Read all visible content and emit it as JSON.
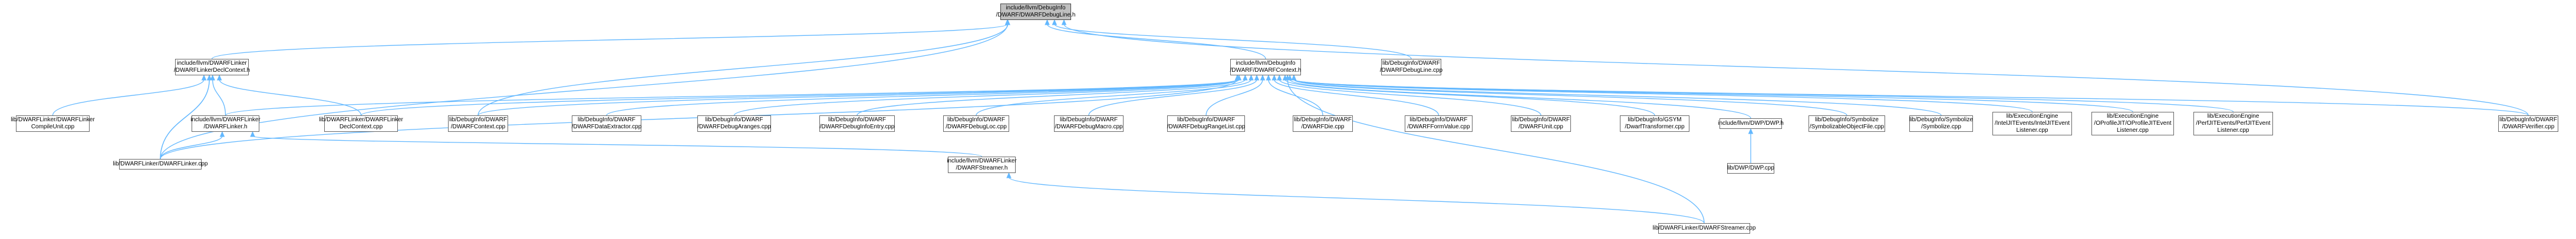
{
  "colors": {
    "edge": "#63b8ff",
    "root_fill": "#bfbfbf",
    "node_border": "#666666"
  },
  "nodes": {
    "root": [
      "include/llvm/DebugInfo",
      "/DWARF/DWARFDebugLine.h"
    ],
    "dwarflinker_declctx_h": [
      "include/llvm/DWARFLinker",
      "/DWARFLinkerDeclContext.h"
    ],
    "dwarfcontext_h": [
      "include/llvm/DebugInfo",
      "/DWARF/DWARFContext.h"
    ],
    "dwarfdebugline_cpp": [
      "lib/DebugInfo/DWARF",
      "/DWARFDebugLine.cpp"
    ],
    "dwarflinker_cu_cpp": [
      "lib/DWARFLinker/DWARFLinker",
      "CompileUnit.cpp"
    ],
    "dwarflinker_h": [
      "include/llvm/DWARFLinker",
      "/DWARFLinker.h"
    ],
    "dwarflinker_declctx_cpp": [
      "lib/DWARFLinker/DWARFLinker",
      "DeclContext.cpp"
    ],
    "dwarfcontext_cpp": [
      "lib/DebugInfo/DWARF",
      "/DWARFContext.cpp"
    ],
    "dataextractor_cpp": [
      "lib/DebugInfo/DWARF",
      "/DWARFDataExtractor.cpp"
    ],
    "debugaranges_cpp": [
      "lib/DebugInfo/DWARF",
      "/DWARFDebugAranges.cpp"
    ],
    "debuginfoentry_cpp": [
      "lib/DebugInfo/DWARF",
      "/DWARFDebugInfoEntry.cpp"
    ],
    "debugloc_cpp": [
      "lib/DebugInfo/DWARF",
      "/DWARFDebugLoc.cpp"
    ],
    "debugmacro_cpp": [
      "lib/DebugInfo/DWARF",
      "/DWARFDebugMacro.cpp"
    ],
    "debugrangelist_cpp": [
      "lib/DebugInfo/DWARF",
      "/DWARFDebugRangeList.cpp"
    ],
    "die_cpp": [
      "lib/DebugInfo/DWARF",
      "/DWARFDie.cpp"
    ],
    "formvalue_cpp": [
      "lib/DebugInfo/DWARF",
      "/DWARFFormValue.cpp"
    ],
    "unit_cpp": [
      "lib/DebugInfo/DWARF",
      "/DWARFUnit.cpp"
    ],
    "gsym_cpp": [
      "lib/DebugInfo/GSYM",
      "/DwarfTransformer.cpp"
    ],
    "dwp_h": [
      "include/llvm/DWP/DWP.h"
    ],
    "symbolizable_cpp": [
      "lib/DebugInfo/Symbolize",
      "/SymbolizableObjectFile.cpp"
    ],
    "symbolize_cpp": [
      "lib/DebugInfo/Symbolize",
      "/Symbolize.cpp"
    ],
    "intel_jit_cpp": [
      "lib/ExecutionEngine",
      "/IntelJITEvents/IntelJITEvent",
      "Listener.cpp"
    ],
    "oprofile_jit_cpp": [
      "lib/ExecutionEngine",
      "/OProfileJIT/OProfileJITEvent",
      "Listener.cpp"
    ],
    "perf_jit_cpp": [
      "lib/ExecutionEngine",
      "/PerfJITEvents/PerfJITEvent",
      "Listener.cpp"
    ],
    "verifier_cpp": [
      "lib/DebugInfo/DWARF",
      "/DWARFVerifier.cpp"
    ],
    "dwarflinker_cpp": [
      "lib/DWARFLinker/DWARFLinker.cpp"
    ],
    "streamer_h": [
      "include/llvm/DWARFLinker",
      "/DWARFStreamer.h"
    ],
    "dwp_cpp": [
      "lib/DWP/DWP.cpp"
    ],
    "streamer_cpp": [
      "lib/DWARFLinker/DWARFStreamer.cpp"
    ]
  },
  "edges": [
    [
      "dwarflinker_declctx_h",
      "root"
    ],
    [
      "dwarfcontext_h",
      "root"
    ],
    [
      "dwarfdebugline_cpp",
      "root"
    ],
    [
      "dwarflinker_cpp",
      "root"
    ],
    [
      "dwarfcontext_cpp",
      "root"
    ],
    [
      "verifier_cpp",
      "root"
    ],
    [
      "dwarflinker_cu_cpp",
      "dwarflinker_declctx_h"
    ],
    [
      "dwarflinker_h",
      "dwarflinker_declctx_h"
    ],
    [
      "dwarflinker_declctx_cpp",
      "dwarflinker_declctx_h"
    ],
    [
      "dwarflinker_cpp",
      "dwarflinker_declctx_h"
    ],
    [
      "dwarflinker_h",
      "dwarfcontext_h"
    ],
    [
      "dwarflinker_declctx_cpp",
      "dwarfcontext_h"
    ],
    [
      "dwarfcontext_cpp",
      "dwarfcontext_h"
    ],
    [
      "dataextractor_cpp",
      "dwarfcontext_h"
    ],
    [
      "debugaranges_cpp",
      "dwarfcontext_h"
    ],
    [
      "debuginfoentry_cpp",
      "dwarfcontext_h"
    ],
    [
      "debugloc_cpp",
      "dwarfcontext_h"
    ],
    [
      "debugmacro_cpp",
      "dwarfcontext_h"
    ],
    [
      "debugrangelist_cpp",
      "dwarfcontext_h"
    ],
    [
      "die_cpp",
      "dwarfcontext_h"
    ],
    [
      "formvalue_cpp",
      "dwarfcontext_h"
    ],
    [
      "unit_cpp",
      "dwarfcontext_h"
    ],
    [
      "gsym_cpp",
      "dwarfcontext_h"
    ],
    [
      "dwp_h",
      "dwarfcontext_h"
    ],
    [
      "symbolizable_cpp",
      "dwarfcontext_h"
    ],
    [
      "symbolize_cpp",
      "dwarfcontext_h"
    ],
    [
      "intel_jit_cpp",
      "dwarfcontext_h"
    ],
    [
      "oprofile_jit_cpp",
      "dwarfcontext_h"
    ],
    [
      "perf_jit_cpp",
      "dwarfcontext_h"
    ],
    [
      "verifier_cpp",
      "dwarfcontext_h"
    ],
    [
      "dwarflinker_cpp",
      "dwarfcontext_h"
    ],
    [
      "streamer_cpp",
      "dwarfcontext_h"
    ],
    [
      "dwarflinker_cpp",
      "dwarflinker_h"
    ],
    [
      "streamer_h",
      "dwarflinker_h"
    ],
    [
      "dwarflinker_cpp",
      "dwarflinker_declctx_h"
    ],
    [
      "dwp_cpp",
      "dwp_h"
    ],
    [
      "streamer_cpp",
      "streamer_h"
    ]
  ]
}
